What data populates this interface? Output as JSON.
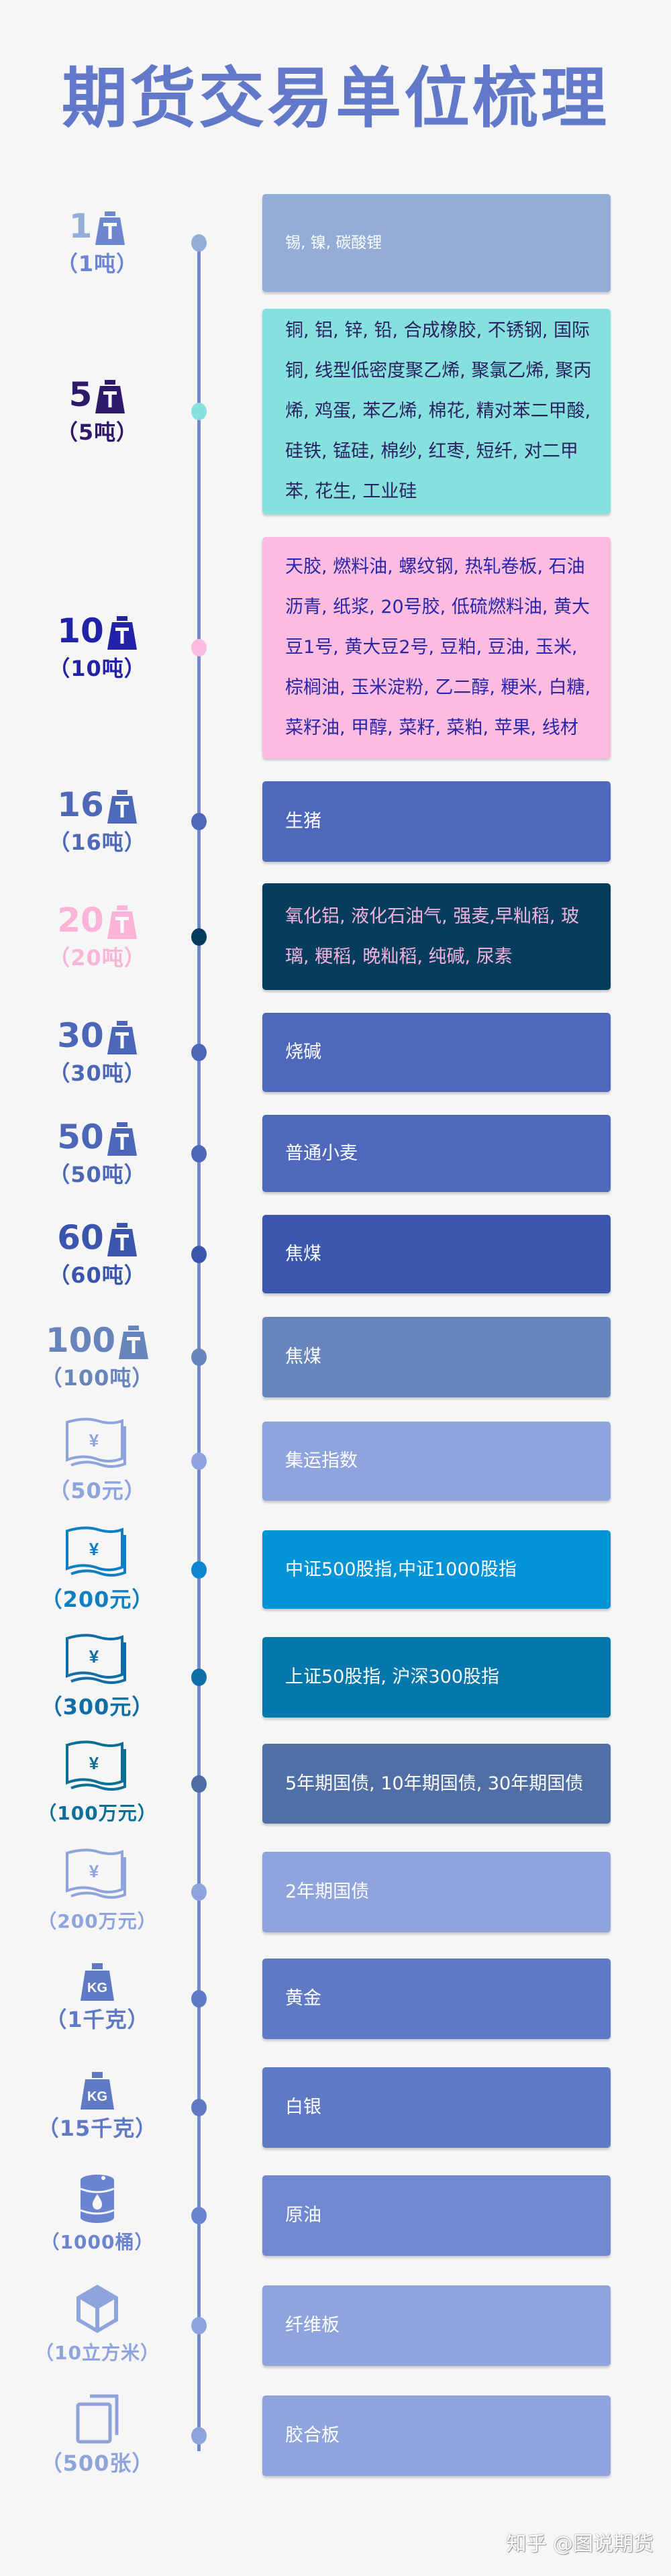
{
  "title": "期货交易单位梳理",
  "watermark": "知乎 @图说期货",
  "colors": {
    "background": "#f6f6f6",
    "title": "#6278c9",
    "axis": "#7389cc"
  },
  "rows": [
    {
      "unit_number": "1",
      "unit_label": "（1吨）",
      "icon": "ton-weight-icon",
      "unit_color": "#6d86cf",
      "number_color": "#93acd8",
      "dot_color": "#93acd8",
      "card_color": "#93acd8",
      "text_color": "#ffffff",
      "text": "锡, 镍, 碳酸锂"
    },
    {
      "unit_number": "5",
      "unit_label": "（5吨）",
      "icon": "ton-weight-icon",
      "unit_color": "#2e1a6b",
      "number_color": "#2e1a6b",
      "dot_color": "#86e0dd",
      "card_color": "#86e0dd",
      "text_color": "#2b2261",
      "text": "铜, 铝, 锌, 铅, 合成橡胶, 不锈钢, 国际铜, 线型低密度聚乙烯, 聚氯乙烯, 聚丙烯, 鸡蛋, 苯乙烯, 棉花, 精对苯二甲酸, 硅铁, 锰硅, 棉纱, 红枣, 短纤, 对二甲苯, 花生, 工业硅"
    },
    {
      "unit_number": "10",
      "unit_label": "（10吨）",
      "icon": "ton-weight-icon",
      "unit_color": "#2222a8",
      "number_color": "#2222a8",
      "dot_color": "#fbbcdf",
      "card_color": "#fbbcdf",
      "text_color": "#2a26a8",
      "text": "天胶, 燃料油, 螺纹钢, 热轧卷板, 石油沥青, 纸浆, 20号胶, 低硫燃料油, 黄大豆1号, 黄大豆2号, 豆粕, 豆油, 玉米, 棕榈油, 玉米淀粉, 乙二醇, 粳米, 白糖, 菜籽油, 甲醇, 菜籽, 菜粕, 苹果, 线材"
    },
    {
      "unit_number": "16",
      "unit_label": "（16吨）",
      "icon": "ton-weight-icon",
      "unit_color": "#4f69b9",
      "number_color": "#4f69b9",
      "dot_color": "#4f69b9",
      "card_color": "#5068bb",
      "text_color": "#ffffff",
      "text": "生猪"
    },
    {
      "unit_number": "20",
      "unit_label": "（20吨）",
      "icon": "ton-weight-icon",
      "unit_color": "#fbb4d8",
      "number_color": "#fbb4d8",
      "dot_color": "#063d5c",
      "card_color": "#063d5c",
      "text_color": "#f3b2dc",
      "text": "氧化铝, 液化石油气, 强麦,早籼稻, 玻璃, 粳稻, 晚籼稻, 纯碱, 尿素"
    },
    {
      "unit_number": "30",
      "unit_label": "（30吨）",
      "icon": "ton-weight-icon",
      "unit_color": "#4d67b8",
      "number_color": "#4d67b8",
      "dot_color": "#4d67b8",
      "card_color": "#4f68bb",
      "text_color": "#ffffff",
      "text": "烧碱"
    },
    {
      "unit_number": "50",
      "unit_label": "（50吨）",
      "icon": "ton-weight-icon",
      "unit_color": "#4d67b8",
      "number_color": "#4d67b8",
      "dot_color": "#4d67b8",
      "card_color": "#4f68bb",
      "text_color": "#ffffff",
      "text": "普通小麦"
    },
    {
      "unit_number": "60",
      "unit_label": "（60吨）",
      "icon": "ton-weight-icon",
      "unit_color": "#3a55ab",
      "number_color": "#3a55ab",
      "dot_color": "#3a55ab",
      "card_color": "#3b56ad",
      "text_color": "#ffffff",
      "text": "焦煤"
    },
    {
      "unit_number": "100",
      "unit_label": "（100吨）",
      "icon": "ton-weight-icon",
      "unit_color": "#6785bb",
      "number_color": "#6785bb",
      "dot_color": "#6785bb",
      "card_color": "#6886bb",
      "text_color": "#ffffff",
      "text": "焦煤"
    },
    {
      "unit_number": "",
      "unit_label": "（50元）",
      "icon": "banknote-icon",
      "unit_color": "#8fa4dd",
      "number_color": "#8fa4dd",
      "dot_color": "#8fa4dd",
      "card_color": "#8fa4dd",
      "text_color": "#ffffff",
      "text": "集运指数"
    },
    {
      "unit_number": "",
      "unit_label": "（200元）",
      "icon": "banknote-icon",
      "unit_color": "#0f7fc4",
      "number_color": "#0f7fc4",
      "dot_color": "#0f86d0",
      "card_color": "#0394d8",
      "text_color": "#ffffff",
      "text": "中证500股指,中证1000股指"
    },
    {
      "unit_number": "",
      "unit_label": "（300元）",
      "icon": "banknote-icon",
      "unit_color": "#0f6ea6",
      "number_color": "#0f6ea6",
      "dot_color": "#0f6ea6",
      "card_color": "#0478ad",
      "text_color": "#ffffff",
      "text": "上证50股指, 沪深300股指"
    },
    {
      "unit_number": "",
      "unit_label": "（100万元）",
      "icon": "banknote-icon",
      "unit_color": "#0c6f98",
      "number_color": "#0c6f98",
      "dot_color": "#4f6da5",
      "card_color": "#506fa6",
      "text_color": "#ffffff",
      "text": "5年期国债, 10年期国债, 30年期国债"
    },
    {
      "unit_number": "",
      "unit_label": "（200万元）",
      "icon": "banknote-icon",
      "unit_color": "#8fa4dd",
      "number_color": "#8fa4dd",
      "dot_color": "#8fa4dd",
      "card_color": "#8fa4dd",
      "text_color": "#ffffff",
      "text": "2年期国债"
    },
    {
      "unit_number": "",
      "unit_label": "（1千克）",
      "icon": "kg-weight-icon",
      "unit_color": "#5f79c4",
      "number_color": "#5f79c4",
      "dot_color": "#5f79c4",
      "card_color": "#6079c4",
      "text_color": "#ffffff",
      "text": "黄金"
    },
    {
      "unit_number": "",
      "unit_label": "（15千克）",
      "icon": "kg-weight-icon",
      "unit_color": "#5f79c4",
      "number_color": "#5f79c4",
      "dot_color": "#5f79c4",
      "card_color": "#6079c4",
      "text_color": "#ffffff",
      "text": "白银"
    },
    {
      "unit_number": "",
      "unit_label": "（1000桶）",
      "icon": "oil-barrel-icon",
      "unit_color": "#6a84cf",
      "number_color": "#6a84cf",
      "dot_color": "#6a84cf",
      "card_color": "#6f88d1",
      "text_color": "#ffffff",
      "text": "原油"
    },
    {
      "unit_number": "",
      "unit_label": "（10立方米）",
      "icon": "cube-icon",
      "unit_color": "#8fa4dd",
      "number_color": "#8fa4dd",
      "dot_color": "#8fa4dd",
      "card_color": "#8fa4dd",
      "text_color": "#ffffff",
      "text": "纤维板"
    },
    {
      "unit_number": "",
      "unit_label": "（500张）",
      "icon": "sheets-icon",
      "unit_color": "#8fa4dd",
      "number_color": "#8fa4dd",
      "dot_color": "#8fa4dd",
      "card_color": "#8fa4dd",
      "text_color": "#ffffff",
      "text": "胶合板"
    }
  ]
}
